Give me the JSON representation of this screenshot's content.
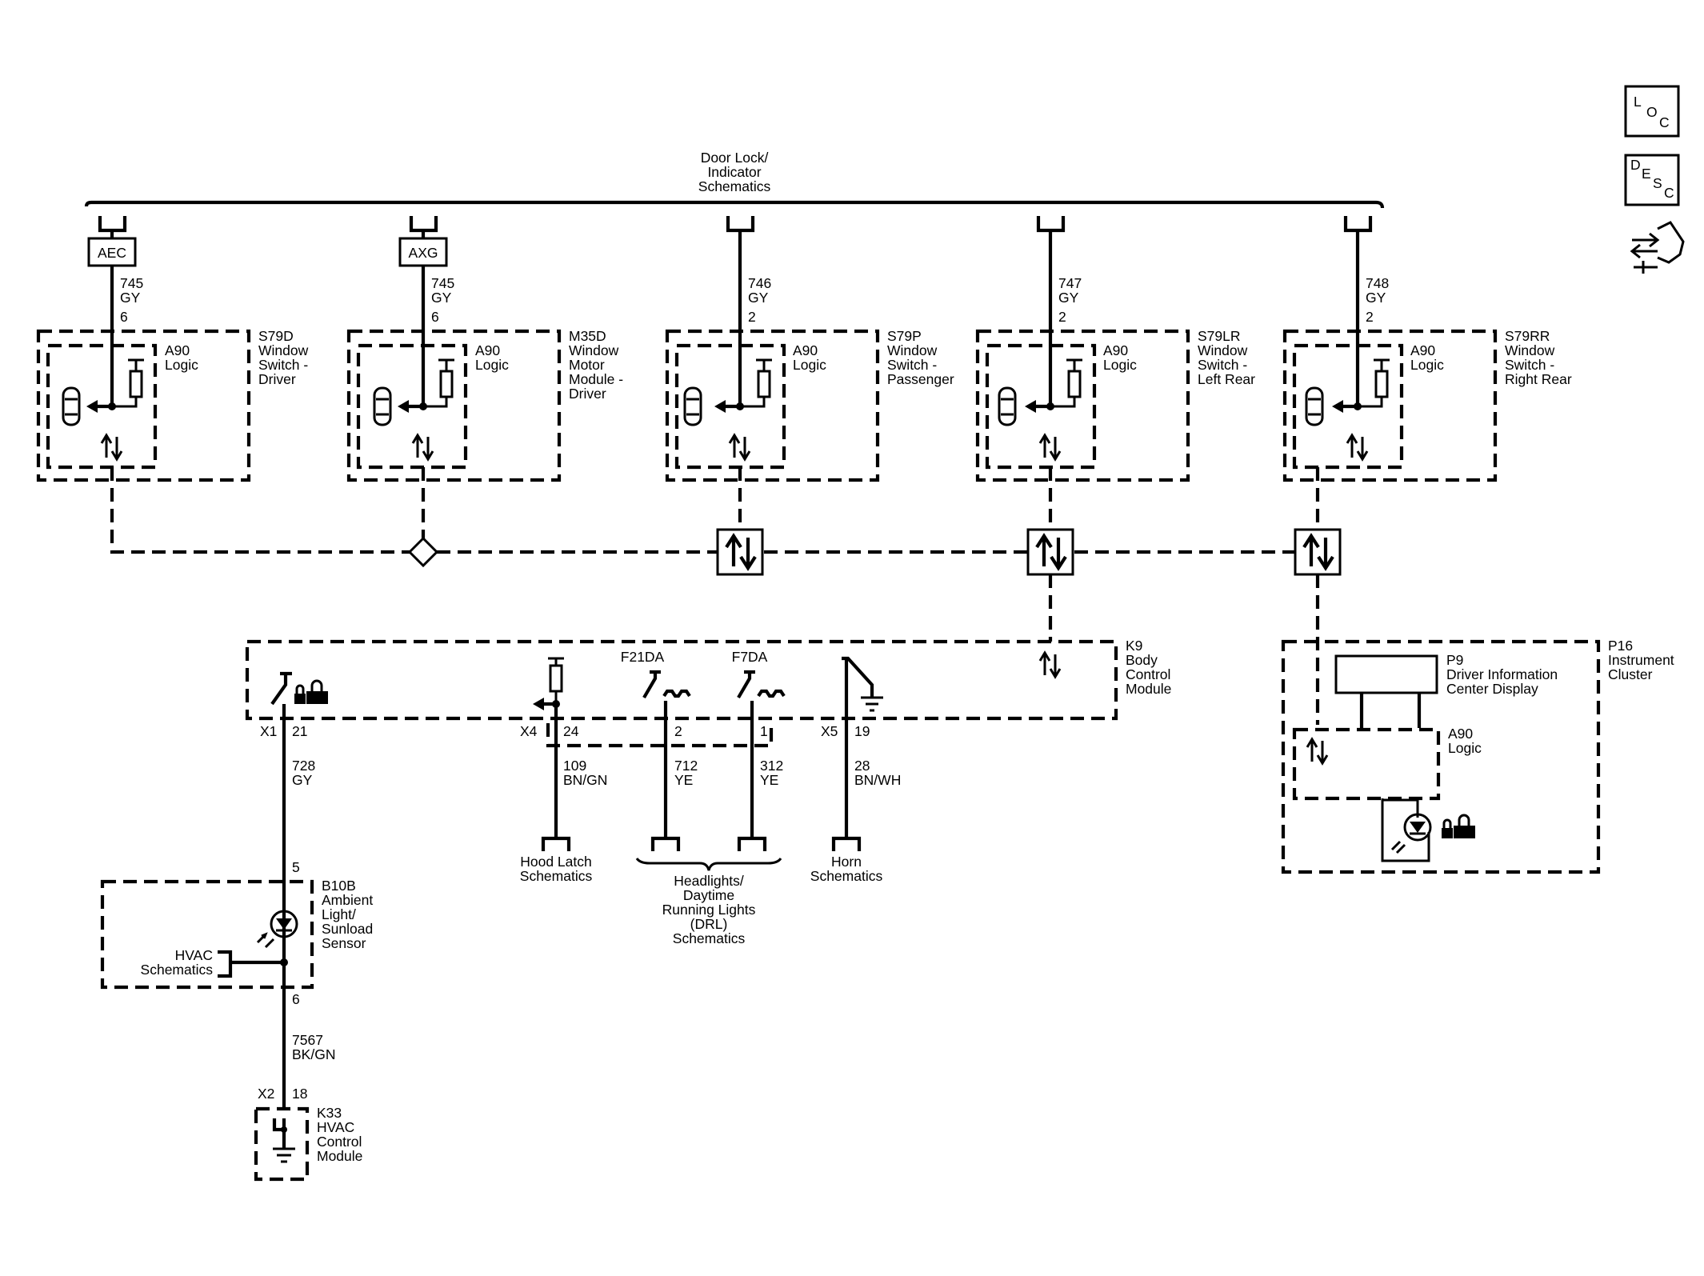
{
  "side_icons": {
    "loc": [
      "L",
      "O",
      "C"
    ],
    "desc": [
      "D",
      "E",
      "S",
      "C"
    ]
  },
  "bus": {
    "label": [
      "Door Lock/",
      "Indicator",
      "Schematics"
    ]
  },
  "modules": [
    {
      "tag": "AEC",
      "circuit": "745",
      "color": "GY",
      "pin": "6",
      "logic": [
        "A90",
        "Logic"
      ],
      "name": [
        "S79D",
        "Window",
        "Switch -",
        "Driver"
      ]
    },
    {
      "tag": "AXG",
      "circuit": "745",
      "color": "GY",
      "pin": "6",
      "logic": [
        "A90",
        "Logic"
      ],
      "name": [
        "M35D",
        "Window",
        "Motor",
        "Module -",
        "Driver"
      ]
    },
    {
      "tag": "",
      "circuit": "746",
      "color": "GY",
      "pin": "2",
      "logic": [
        "A90",
        "Logic"
      ],
      "name": [
        "S79P",
        "Window",
        "Switch -",
        "Passenger"
      ]
    },
    {
      "tag": "",
      "circuit": "747",
      "color": "GY",
      "pin": "2",
      "logic": [
        "A90",
        "Logic"
      ],
      "name": [
        "S79LR",
        "Window",
        "Switch -",
        "Left Rear"
      ]
    },
    {
      "tag": "",
      "circuit": "748",
      "color": "GY",
      "pin": "2",
      "logic": [
        "A90",
        "Logic"
      ],
      "name": [
        "S79RR",
        "Window",
        "Switch -",
        "Right Rear"
      ]
    }
  ],
  "bcm": {
    "name": [
      "K9",
      "Body",
      "Control",
      "Module"
    ],
    "f21": "F21DA",
    "f7": "F7DA",
    "x1": "X1",
    "x1_pin": "21",
    "x4": "X4",
    "x4_pin": "24",
    "f21_pin": "2",
    "f7_pin": "1",
    "x5": "X5",
    "x5_pin": "19"
  },
  "wires": {
    "w728": [
      "728",
      "GY"
    ],
    "w109": [
      "109",
      "BN/GN"
    ],
    "w712": [
      "712",
      "YE"
    ],
    "w312": [
      "312",
      "YE"
    ],
    "w28": [
      "28",
      "BN/WH"
    ],
    "w7567": [
      "7567",
      "BK/GN"
    ]
  },
  "refs": {
    "hood": [
      "Hood Latch",
      "Schematics"
    ],
    "head": [
      "Headlights/",
      "Daytime",
      "Running Lights",
      "(DRL)",
      "Schematics"
    ],
    "horn": [
      "Horn",
      "Schematics"
    ],
    "hvac": [
      "HVAC",
      "Schematics"
    ]
  },
  "b10b": {
    "name": [
      "B10B",
      "Ambient",
      "Light/",
      "Sunload",
      "Sensor"
    ],
    "pin_top": "5",
    "pin_bot": "6"
  },
  "k33": {
    "name": [
      "K33",
      "HVAC",
      "Control",
      "Module"
    ],
    "conn": "X2",
    "pin": "18"
  },
  "p16": {
    "name": [
      "P16",
      "Instrument",
      "Cluster"
    ],
    "p9": [
      "P9",
      "Driver Information",
      "Center Display"
    ],
    "logic": [
      "A90",
      "Logic"
    ]
  }
}
